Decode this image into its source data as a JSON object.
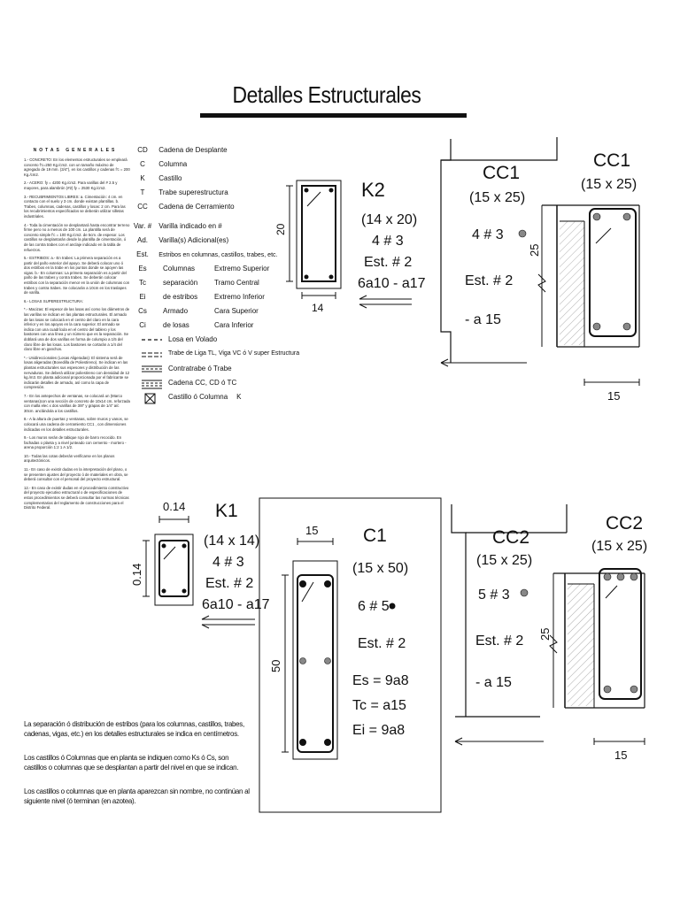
{
  "title": "Detalles Estructurales",
  "notes": {
    "heading": "NOTAS GENERALES",
    "paragraphs": [
      "1.- CONCRETO: En los elementos estructurales se empleará concreto f'c=250 Kg./cm2. con un tamaño máximo de agregado de 19 mm. (3/4\"), en los castillos y cadenas f'c = 200 Kg./cm2.",
      "2.- ACERO: fy = 4200 Kg./cm2. Para varillas del # 2.5 y mayores, para alambrón (#2) fy = 2530 Kg./cm2.",
      "3.- RECUBRIMIENTOS LIBRES: a. Cimentación: 4 cm. en contacto con el suelo y 3 cm. donde existan plantillas. b. Trabes, columnas, cadenas, castillos y losas: 2 cm. Para las los recubrimientos especificados se deberán utilizar silletas industriales.",
      "4.- Toda la cimentación se desplantará hasta encontrar terreno firme pero no a menos de 100 cm. La plantilla será de concreto simple f'c = 100 Kg./cm2. de 5cm. de espesor. Los castillos se desplantarán desde la plantilla de cimentación, ó de las contra trabes con el anclaje indicado en la tabla de refuerzos.",
      "5.- ESTRIBOS: a.- En trabes: La primera separación es a partir del paño exterior del apoyo. Se deberá colocar uno ó dos estribos en la trabe en los puntos donde se apoyen las vigas. b.- En columnas: La primera separación es a partir del paño de las trabes y contra trabes. Se deberán colocar estribos con la separación menor en la unión de columnas con trabes y contra trabes. Se colocarán a 10cm en los traslapes de varilla.",
      "6.- LOSAS SUPERESTRUCTURA:",
      "*.- Macizas: El espesor de las losas así como los diámetros de las varillas se indican en las plantas estructurales. El armado de las losas se colocará en el centro del claro en la cara inferior y en los apoyos en la cara superior. El armado se indica con una cuadrícula en el centro del tablero y los bastones con una línea y un número que es la separación. Se doblará una de dos varillas en forma de columpio a 1/5 del claro libre de las losas. Los bastones se cortarán a 1/4 del claro libre en ganchos.",
      "*.- Unidireccionales (Losas Aligeradas): El sistema será de losas aligeradas (Bovedilla de Poliestireno). Se indican en las plantas estructurales sus espesores y distribución de las nervaduras. Se deberá utilizar poliestireno con densidad de 12 kg./m3. En planta adicional proporcionada por el fabricante se indicarán detalles de armado, así como la capa de compresión.",
      "7.- En los antepechos de ventanas, se colocará un (Marco ventanas)con una sección de concreto de 10x14 cm, reforzada con malla elec x dos varillas de 3/8\" y grapas de 1/4\" a/c 30cm. anclándola a los castillos.",
      "8.- A la altura de puertas y ventanas, sobre muros y vanos, se colocará una cadena de cerramiento CC1 , con dimensiones indicadas en los detalles estructurales.",
      "9.- Los muros serán de tabique rojo de barro recocido. En fachadas o planta y a nivel junteado con cemento - mortero - arena proporción 1:2 1 A 1/2.",
      "10.- Todas las cotas deberán verificarse en los planos arquitectónicos.",
      "11.- En caso de existir dudas en la interpretación del plano, o se presenten ajustes del proyecto ó de materiales en obra, se deberá consultar con el personal del proyecto estructural.",
      "12.- En caso de existir dudas en el procedimiento constructivo del proyecto ejecutivo estructural o de especificaciones de estos procedimientos se deberá consultar las normas técnicas complementarias del reglamento de construcciones para el Distrito Federal."
    ]
  },
  "legend": [
    {
      "code": "CD",
      "desc": "Cadena de Desplante"
    },
    {
      "code": "C",
      "desc": "Columna"
    },
    {
      "code": "K",
      "desc": "Castillo"
    },
    {
      "code": "T",
      "desc": "Trabe superestructura"
    },
    {
      "code": "CC",
      "desc": "Cadena de Cerramiento"
    },
    {
      "code": "Var. #",
      "desc": "Varilla indicado en #"
    },
    {
      "code": "Ad.",
      "desc": "Varilla(s) Adicional(es)"
    },
    {
      "code": "Est.",
      "desc": "Estribos en columnas, castillos, trabes, etc."
    }
  ],
  "legend_grid": [
    {
      "code": "Es",
      "a": "Columnas",
      "b": "Extremo Superior"
    },
    {
      "code": "Tc",
      "a": "separación",
      "b": "Tramo Central"
    },
    {
      "code": "Ei",
      "a": "de estribos",
      "b": "Extremo Inferior"
    },
    {
      "code": "Cs",
      "a": "Armado",
      "b": "Cara Superior"
    },
    {
      "code": "Ci",
      "a": "de losas",
      "b": "Cara Inferior"
    }
  ],
  "legend_lines": [
    {
      "style": "dash",
      "desc": "Losa en Volado"
    },
    {
      "style": "double",
      "desc": "Trabe de Liga TL, Viga VC ó V super Estructura"
    },
    {
      "style": "triple",
      "desc": "Contratrabe ó Trabe"
    },
    {
      "style": "quad",
      "desc": "Cadena CC, CD ó TC"
    },
    {
      "style": "box",
      "desc": "Castillo ó Columna",
      "suffix": "K"
    }
  ],
  "bottom_notes": [
    "La separación ó distribución de estribos (para los columnas, castillos, trabes, cadenas, vigas, etc.) en los detalles estructurales se indica en centímetros.",
    "Los castillos ó Columnas que en planta se indiquen como Ks ó Cs, son castillos o columnas que se desplantan a partir del nivel en que se indican.",
    "Los castillos o columnas que en planta aparezcan sin nombre, no continúan al siguiente nivel (ó terminan (en azotea)."
  ],
  "details": {
    "k2": {
      "name": "K2",
      "size": "(14 x 20)",
      "bars": "4 # 3",
      "est": "Est. # 2",
      "spacing": "6a10 - a17",
      "dim_h": "20",
      "dim_w": "14"
    },
    "k1": {
      "name": "K1",
      "size": "(14 x 14)",
      "bars": "4 # 3",
      "est": "Est. # 2",
      "spacing": "6a10 - a17",
      "dim_top": "0.14",
      "dim_side": "0.14"
    },
    "c1": {
      "name": "C1",
      "size": "(15 x 50)",
      "bars": "6 # 5",
      "est": "Est. # 2",
      "es": "Es = 9a8",
      "tc": "Tc = a15",
      "ei": "Ei = 9a8",
      "dim_top": "15",
      "dim_side": "50"
    },
    "cc1": {
      "name_left": "CC1",
      "size_left": "(15 x 25)",
      "name_right": "CC1",
      "size_right": "(15 x 25)",
      "bars": "4 # 3",
      "est": "Est. # 2",
      "spacing": "- a 15",
      "dim_side": "25",
      "dim_bottom": "15"
    },
    "cc2": {
      "name_left": "CC2",
      "size_left": "(15 x 25)",
      "name_right": "CC2",
      "size_right": "(15 x 25)",
      "bars": "5 # 3",
      "est": "Est. # 2",
      "spacing": "- a 15",
      "dim_side": "25",
      "dim_bottom": "15"
    }
  }
}
